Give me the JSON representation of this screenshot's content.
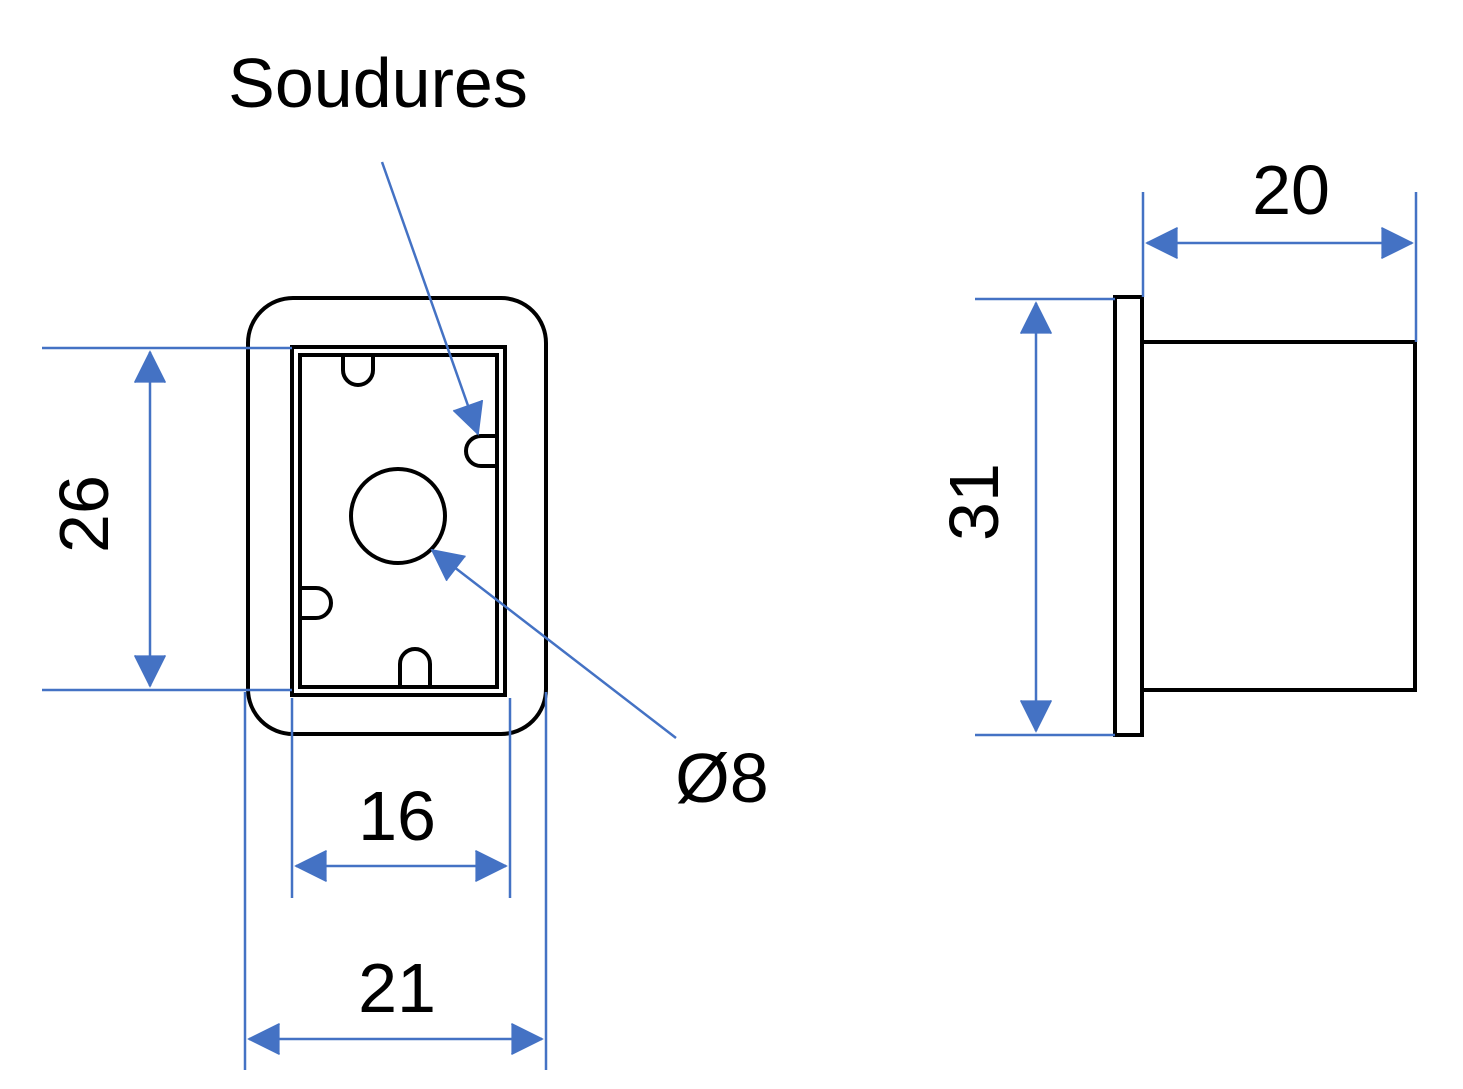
{
  "colors": {
    "part_outline": "#000000",
    "dimension": "#4472c4",
    "background": "#ffffff"
  },
  "labels": {
    "welds": "Soudures",
    "hole_diameter": "Ø8",
    "front_height": "26",
    "inner_width": "16",
    "outer_width": "21",
    "side_depth": "20",
    "side_height": "31"
  }
}
